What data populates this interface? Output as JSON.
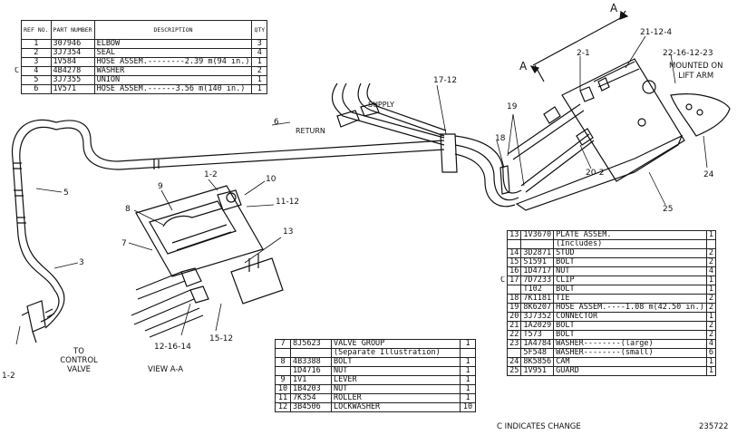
{
  "table_top_left": {
    "headers": {
      "ref": "REF NO.",
      "part": "PART NUMBER",
      "desc": "DESCRIPTION",
      "qty": "QTY"
    },
    "rows": [
      {
        "c": "",
        "ref": "1",
        "part": "307946",
        "desc": "ELBOW",
        "qty": "3"
      },
      {
        "c": "",
        "ref": "2",
        "part": "3J7354",
        "desc": "SEAL",
        "qty": "4"
      },
      {
        "c": "",
        "ref": "3",
        "part": "1V584",
        "desc": "HOSE ASSEM.--------2.39 m(94 in.)",
        "qty": "1"
      },
      {
        "c": "C",
        "ref": "4",
        "part": "4B4278",
        "desc": "WASHER",
        "qty": "2"
      },
      {
        "c": "",
        "ref": "5",
        "part": "3J7355",
        "desc": "UNION",
        "qty": "1"
      },
      {
        "c": "",
        "ref": "6",
        "part": "1V571",
        "desc": "HOSE ASSEM.------3.56 m(140 in.)",
        "qty": "1"
      }
    ]
  },
  "table_right": {
    "rows": [
      {
        "c": "",
        "ref": "13",
        "part": "1V3670",
        "desc": "PLATE ASSEM.",
        "qty": "1"
      },
      {
        "c": "",
        "ref": "",
        "part": "",
        "desc": "(Includes)",
        "qty": ""
      },
      {
        "c": "",
        "ref": "14",
        "part": "3D2871",
        "desc": "STUD",
        "qty": "2"
      },
      {
        "c": "",
        "ref": "15",
        "part": "S1591",
        "desc": "BOLT",
        "qty": "2"
      },
      {
        "c": "",
        "ref": "16",
        "part": "1D4717",
        "desc": "NUT",
        "qty": "4"
      },
      {
        "c": "C",
        "ref": "17",
        "part": "7D7233",
        "desc": "CLIP",
        "qty": "1"
      },
      {
        "c": "",
        "ref": "",
        "part": "T102",
        "desc": "BOLT",
        "qty": "1"
      },
      {
        "c": "",
        "ref": "18",
        "part": "7K1181",
        "desc": "TIE",
        "qty": "2"
      },
      {
        "c": "",
        "ref": "19",
        "part": "8K6207",
        "desc": "HOSE ASSEM.----1.08 m(42.50 in.)",
        "qty": "2"
      },
      {
        "c": "",
        "ref": "20",
        "part": "3J7352",
        "desc": "CONNECTOR",
        "qty": "1"
      },
      {
        "c": "",
        "ref": "21",
        "part": "1A2029",
        "desc": "BOLT",
        "qty": "2"
      },
      {
        "c": "",
        "ref": "22",
        "part": "T573",
        "desc": "BOLT",
        "qty": "2"
      },
      {
        "c": "",
        "ref": "23",
        "part": "1A4784",
        "desc": "WASHER--------(large)",
        "qty": "4"
      },
      {
        "c": "",
        "ref": "",
        "part": "5F548",
        "desc": "WASHER--------(small)",
        "qty": "6"
      },
      {
        "c": "",
        "ref": "24",
        "part": "8K5856",
        "desc": "CAM",
        "qty": "1"
      },
      {
        "c": "",
        "ref": "25",
        "part": "1V951",
        "desc": "GUARD",
        "qty": "1"
      }
    ]
  },
  "table_bottom_mid": {
    "rows": [
      {
        "ref": "7",
        "part": "8J5623",
        "desc": "VALVE GROUP",
        "qty": "1"
      },
      {
        "ref": "",
        "part": "",
        "desc": "(Separate Illustration)",
        "qty": ""
      },
      {
        "ref": "8",
        "part": "4B3388",
        "desc": "BOLT",
        "qty": "1"
      },
      {
        "ref": "",
        "part": "1D4716",
        "desc": "NUT",
        "qty": "1"
      },
      {
        "ref": "9",
        "part": "1V1",
        "desc": "LEVER",
        "qty": "1"
      },
      {
        "ref": "10",
        "part": "1B4203",
        "desc": "NUT",
        "qty": "1"
      },
      {
        "ref": "11",
        "part": "7K354",
        "desc": "ROLLER",
        "qty": "1"
      },
      {
        "ref": "12",
        "part": "3B4506",
        "desc": "LOCKWASHER",
        "qty": "10"
      }
    ]
  },
  "callouts": {
    "c1_2_left": "1-2",
    "c3": "3",
    "c5": "5",
    "c6": "6",
    "c1_2_view": "1-2",
    "c9": "9",
    "c10": "10",
    "c11_12": "11-12",
    "c8": "8",
    "c7": "7",
    "c13": "13",
    "c12_16_14": "12-16-14",
    "c15_12": "15-12",
    "c17_12": "17-12",
    "c18": "18",
    "c19": "19",
    "c20_2": "20-2",
    "c2_1": "2-1",
    "c21_12_4": "21-12-4",
    "c22_16_12_23": "22-16-12-23",
    "c24": "24",
    "c25": "25",
    "section_a_top": "A",
    "section_a_left": "A"
  },
  "labels": {
    "return": "RETURN",
    "supply": "SUPPLY",
    "mounted_1": "MOUNTED ON",
    "mounted_2": "LIFT ARM",
    "to_1": "TO",
    "to_2": "CONTROL",
    "to_3": "VALVE",
    "view": "VIEW A-A",
    "change_note": "C INDICATES CHANGE",
    "drawing_no": "235722"
  }
}
